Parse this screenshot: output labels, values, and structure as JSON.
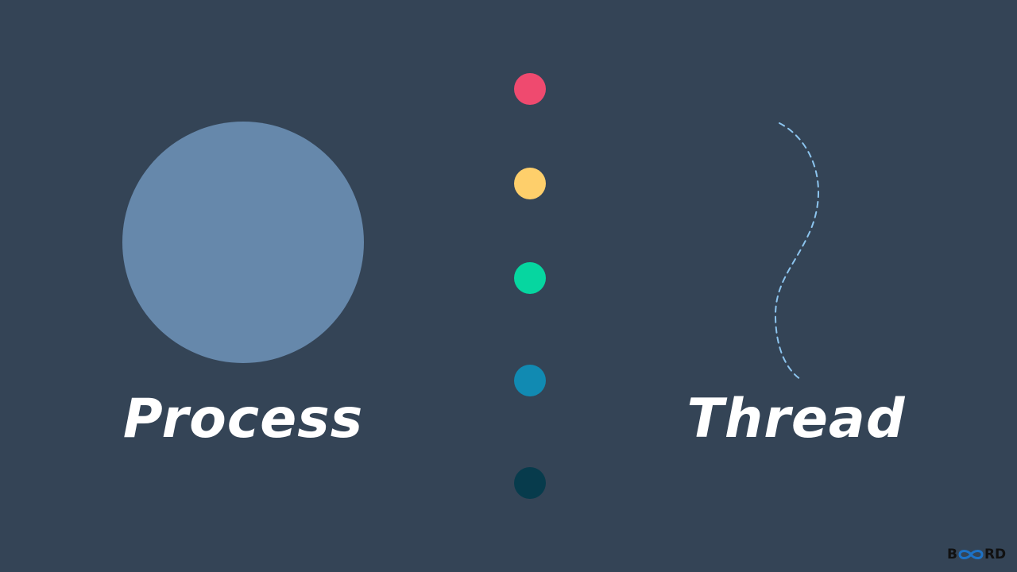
{
  "process": {
    "label": "Process",
    "color": "#6688ab"
  },
  "thread": {
    "label": "Thread",
    "line_color": "#8cc4ee"
  },
  "divider_dots": [
    {
      "color": "#ef4a6f"
    },
    {
      "color": "#fecf6b"
    },
    {
      "color": "#06d6a0"
    },
    {
      "color": "#118ab2"
    },
    {
      "color": "#073b4c"
    }
  ],
  "logo": {
    "text": "BOORD",
    "prefix": "B",
    "suffix": "RD",
    "accent_color": "#1d72c6",
    "text_color": "#111111",
    "icon": "infinity-icon"
  },
  "background_color": "#344456"
}
